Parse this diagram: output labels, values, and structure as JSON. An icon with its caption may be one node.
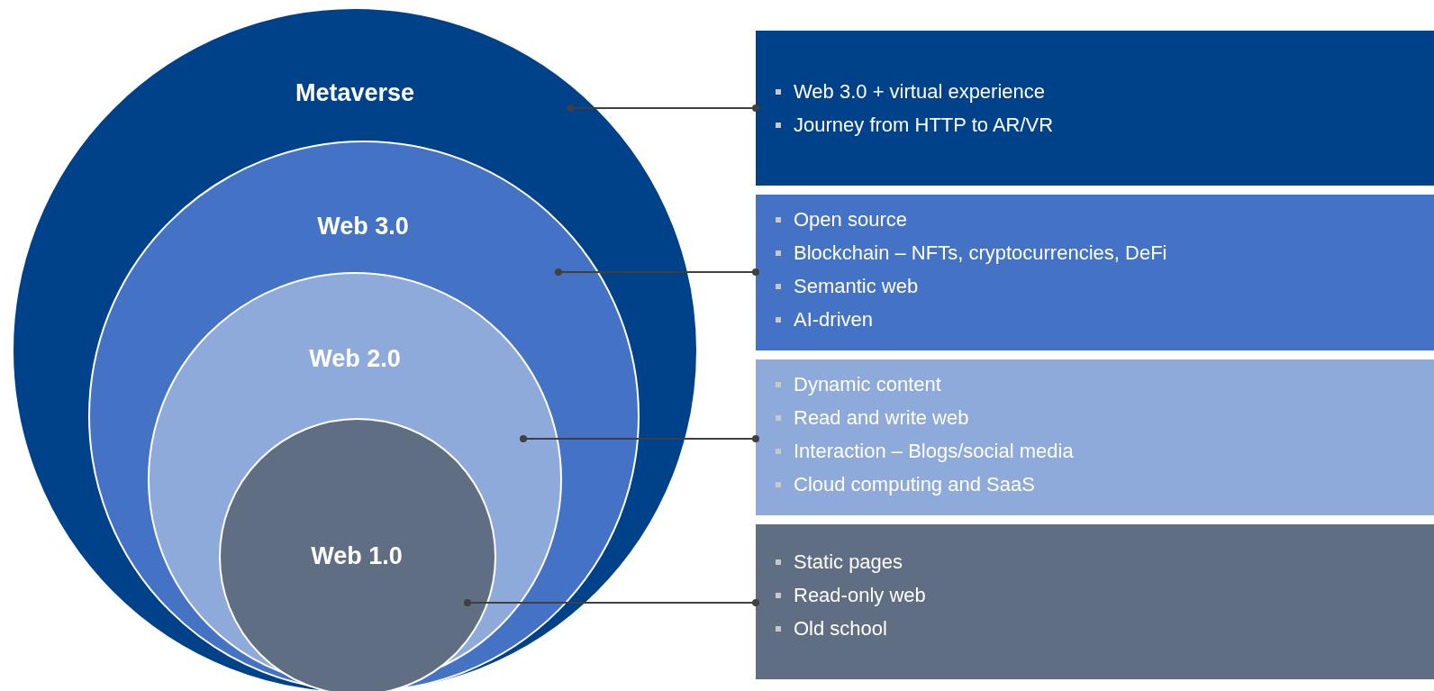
{
  "diagram": {
    "nodes": [
      {
        "text": [
          "Metaverse"
        ]
      },
      {
        "text": [
          "Web 3.0"
        ],
        "in": 0
      },
      {
        "text": [
          "Web 2.0"
        ],
        "in": 1
      },
      {
        "text": [
          "Web 1.0"
        ],
        "in": 2
      },
      {
        "text": [
          "Web 3.0 + virtual experience",
          "Journey from HTTP to AR/VR"
        ]
      },
      {
        "text": [
          "Open source",
          "Blockchain – NFTs, cryptocurrencies, DeFi",
          "Semantic web",
          "AI-driven"
        ]
      },
      {
        "text": [
          "Dynamic content",
          "Read and write web",
          "Interaction – Blogs/social media",
          "Cloud computing and SaaS"
        ]
      },
      {
        "text": [
          "Static pages",
          "Read-only web",
          "Old school"
        ]
      }
    ],
    "edges": [
      {
        "from": 0,
        "to": 4,
        "arrow": "other"
      },
      {
        "from": 1,
        "to": 5,
        "arrow": "other"
      },
      {
        "from": 2,
        "to": 6,
        "arrow": "other"
      },
      {
        "from": 3,
        "to": 7,
        "arrow": "other"
      }
    ]
  }
}
